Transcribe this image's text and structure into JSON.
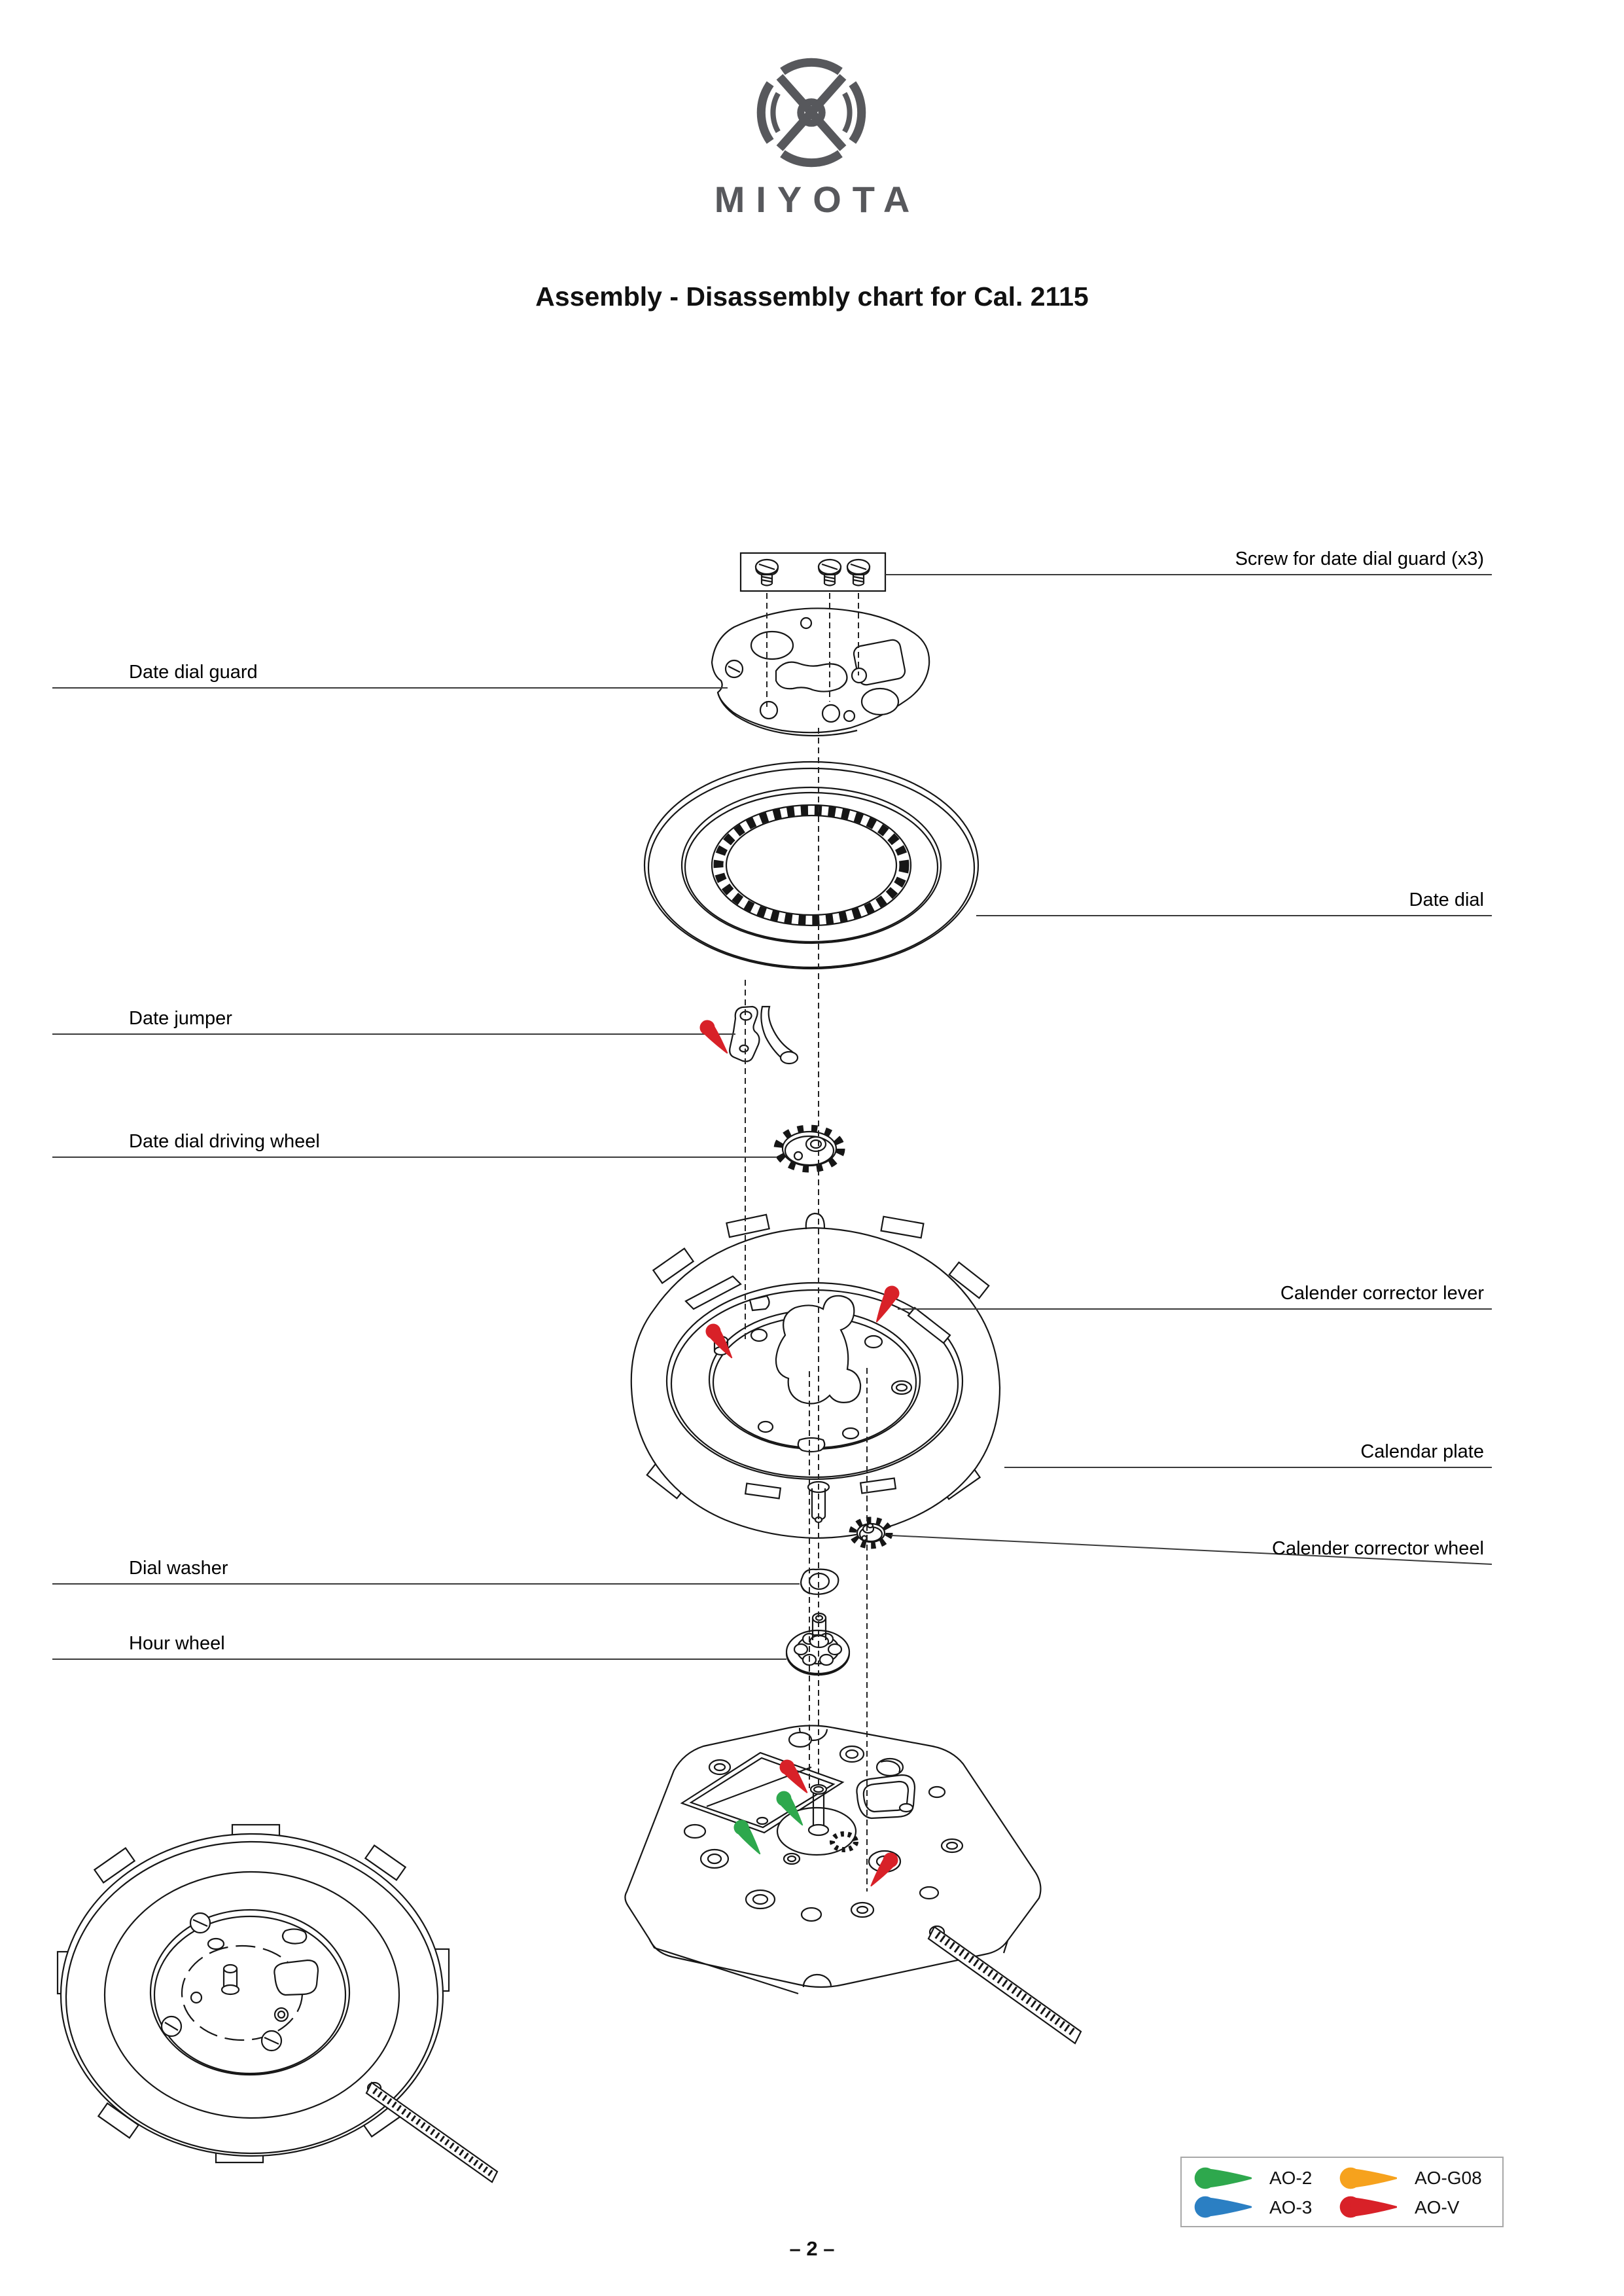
{
  "header": {
    "brand": "MIYOTA",
    "title": "Assembly - Disassembly chart for Cal. 2115"
  },
  "diagram": {
    "labels_left": [
      {
        "text": "Date dial guard"
      },
      {
        "text": "Date jumper"
      },
      {
        "text": "Date dial driving wheel"
      },
      {
        "text": "Dial washer"
      },
      {
        "text": "Hour wheel"
      }
    ],
    "labels_right": [
      {
        "text": "Screw for date dial guard (x3)"
      },
      {
        "text": "Date dial"
      },
      {
        "text": "Calender corrector lever"
      },
      {
        "text": "Calendar plate"
      },
      {
        "text": "Calender corrector wheel"
      }
    ]
  },
  "oil_marks": {
    "green": "#2EA84D",
    "red": "#D82128"
  },
  "legend": {
    "items": [
      {
        "label": "AO-2",
        "color": "#2EA84D"
      },
      {
        "label": "AO-3",
        "color": "#2B7FC3"
      },
      {
        "label": "AO-G08",
        "color": "#F6A21D"
      },
      {
        "label": "AO-V",
        "color": "#D82128"
      }
    ]
  },
  "page_number": "– 2 –"
}
